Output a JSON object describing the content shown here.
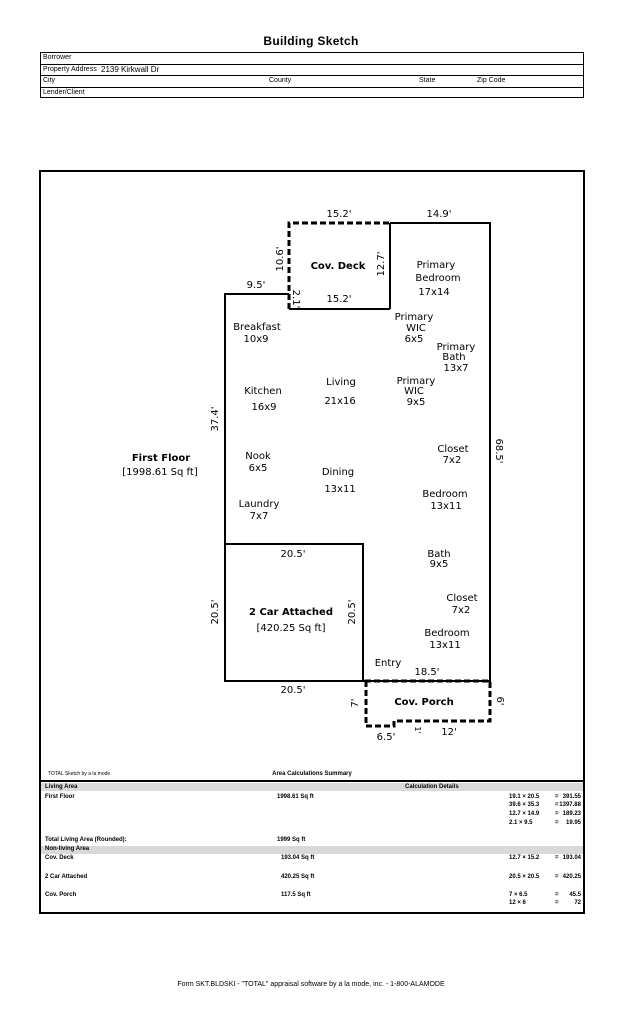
{
  "title": "Building Sketch",
  "header": {
    "borrower_label": "Borrower",
    "address_label": "Property Address",
    "address_value": "2139 Kirkwall Dr",
    "city_label": "City",
    "county_label": "County",
    "state_label": "State",
    "zip_label": "Zip Code",
    "lender_label": "Lender/Client"
  },
  "sketch": {
    "floor_name": "First Floor",
    "floor_area": "[1998.61 Sq ft]",
    "garage_name": "2 Car Attached",
    "garage_area": "[420.25 Sq ft]",
    "deck_name": "Cov. Deck",
    "porch_name": "Cov. Porch",
    "dims": {
      "deck_top": "15.2'",
      "deck_bottom": "15.2'",
      "deck_left": "10.6'",
      "deck_right": "12.7'",
      "deck_small": "2.1'",
      "top_right": "14.9'",
      "left_step": "9.5'",
      "left_side": "37.4'",
      "right_side": "68.5'",
      "garage_top": "20.5'",
      "garage_bottom": "20.5'",
      "garage_left": "20.5'",
      "garage_right": "20.5'",
      "porch_top": "18.5'",
      "porch_left": "7'",
      "porch_right": "6'",
      "porch_bottom_left": "6.5'",
      "porch_bottom_right": "12'",
      "porch_notch": "1'"
    },
    "rooms": {
      "breakfast": [
        "Breakfast",
        "10x9"
      ],
      "kitchen": [
        "Kitchen",
        "16x9"
      ],
      "living": [
        "Living",
        "21x16"
      ],
      "nook": [
        "Nook",
        "6x5"
      ],
      "dining": [
        "Dining",
        "13x11"
      ],
      "laundry": [
        "Laundry",
        "7x7"
      ],
      "primary_bedroom": [
        "Primary",
        "Bedroom",
        "17x14"
      ],
      "primary_wic1": [
        "Primary",
        "WIC",
        "6x5"
      ],
      "primary_bath": [
        "Primary",
        "Bath",
        "13x7"
      ],
      "primary_wic2": [
        "Primary",
        "WIC",
        "9x5"
      ],
      "closet1": [
        "Closet",
        "7x2"
      ],
      "bedroom1": [
        "Bedroom",
        "13x11"
      ],
      "bath": [
        "Bath",
        "9x5"
      ],
      "closet2": [
        "Closet",
        "7x2"
      ],
      "bedroom2": [
        "Bedroom",
        "13x11"
      ],
      "entry": "Entry"
    }
  },
  "sketch_credit": "TOTAL Sketch by a la mode",
  "summary": {
    "title": "Area Calculations Summary",
    "living_area_label": "Living Area",
    "calc_details_label": "Calculation Details",
    "first_floor_label": "First Floor",
    "first_floor_value": "1998.61 Sq ft",
    "first_floor_calcs": [
      [
        "19.1 × 20.5",
        "=",
        "391.55"
      ],
      [
        "39.6 × 35.3",
        "=",
        "1397.88"
      ],
      [
        "12.7 × 14.9",
        "=",
        "189.23"
      ],
      [
        "2.1 × 9.5",
        "=",
        "19.95"
      ]
    ],
    "total_label": "Total Living Area (Rounded):",
    "total_value": "1999 Sq ft",
    "non_living_label": "Non-living Area",
    "deck_label": "Cov. Deck",
    "deck_value": "193.04 Sq ft",
    "deck_calc": [
      "12.7 × 15.2",
      "=",
      "193.04"
    ],
    "garage_label": "2 Car Attached",
    "garage_value": "420.25 Sq ft",
    "garage_calc": [
      "20.5 × 20.5",
      "=",
      "420.25"
    ],
    "porch_label": "Cov. Porch",
    "porch_value": "117.5 Sq ft",
    "porch_calcs": [
      [
        "7 × 6.5",
        "=",
        "45.5"
      ],
      [
        "12 × 6",
        "=",
        "72"
      ]
    ]
  },
  "footer": "Form SKT.BLDSKI - \"TOTAL\" appraisal software by a la mode, inc. - 1-800-ALAMODE"
}
